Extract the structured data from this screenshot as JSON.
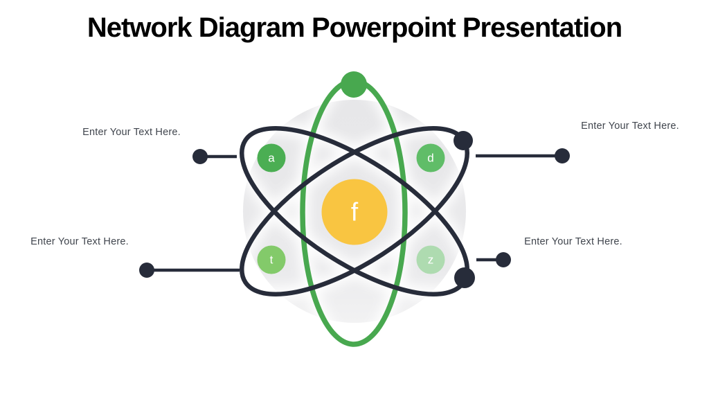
{
  "slide": {
    "title": "Network Diagram Powerpoint Presentation"
  },
  "diagram": {
    "center_node": {
      "label": "f",
      "color": "#f9c541"
    },
    "orbit_nodes": [
      {
        "label": "a",
        "color": "#4bae53"
      },
      {
        "label": "d",
        "color": "#60bd68"
      },
      {
        "label": "t",
        "color": "#83ca6a"
      },
      {
        "label": "z",
        "color": "#aedbb0"
      }
    ],
    "orbit_colors": {
      "green_orbit": "#48a84f",
      "dark_orbit": "#272c3a"
    },
    "background_circle_color": "#e9e9eb"
  },
  "callouts": [
    {
      "position": "top-left",
      "label": "Enter Your Text Here."
    },
    {
      "position": "top-right",
      "label": "Enter Your Text Here."
    },
    {
      "position": "bottom-left",
      "label": "Enter Your Text Here."
    },
    {
      "position": "bottom-right",
      "label": "Enter Your Text Here."
    }
  ],
  "text_color": "#40454d",
  "title_color": "#000000"
}
